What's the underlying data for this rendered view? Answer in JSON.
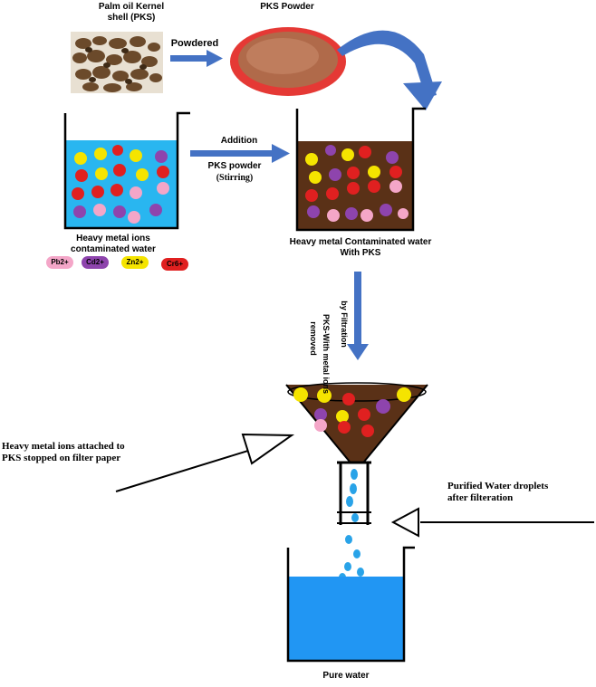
{
  "labels": {
    "pks_shell": "Palm oil Kernel\nshell (PKS)",
    "pks_powder": "PKS Powder",
    "powdered": "Powdered",
    "addition": "Addition",
    "pks_powder_arrow": "PKS powder",
    "stirring": "(Stirring)",
    "heavy_metal_water": "Heavy metal ions\ncontaminated water",
    "contaminated_with_pks": "Heavy metal Contaminated water\nWith PKS",
    "filtration_line1": "PKS-With metal ions",
    "filtration_line2": "removed",
    "filtration_line3": "by Filtration",
    "attached_note": "Heavy metal ions attached to\nPKS stopped on filter paper",
    "purified_note": "Purified Water droplets\nafter filteration",
    "pure_water": "Pure water"
  },
  "legend": [
    {
      "label": "Pb2+",
      "color": "#f4a6c8"
    },
    {
      "label": "Cd2+",
      "color": "#8e44ad"
    },
    {
      "label": "Zn2+",
      "color": "#f5e400"
    },
    {
      "label": "Cr6+",
      "color": "#e02020"
    }
  ],
  "colors": {
    "water_blue": "#29b6f0",
    "pks_brown": "#5a3117",
    "arrow_blue": "#4472c4",
    "pure_water_blue": "#2196f3"
  }
}
